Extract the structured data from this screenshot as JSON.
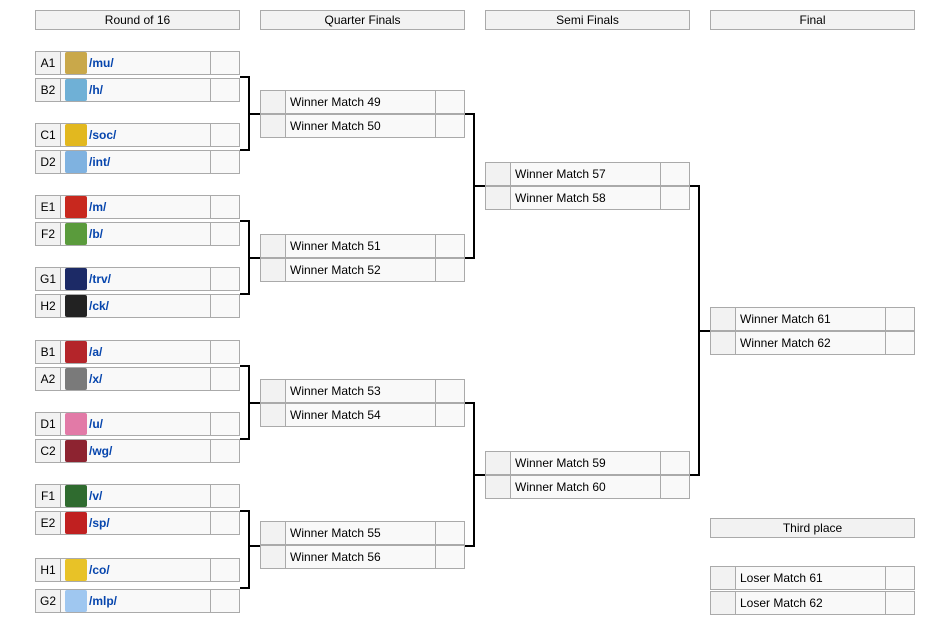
{
  "headers": [
    "Round of 16",
    "Quarter Finals",
    "Semi Finals",
    "Final",
    "Third place"
  ],
  "r16": [
    {
      "seed": "A1",
      "board": "/mu/",
      "color": "#c9a84a"
    },
    {
      "seed": "B2",
      "board": "/h/",
      "color": "#6fb0d6"
    },
    {
      "seed": "C1",
      "board": "/soc/",
      "color": "#e2b81f"
    },
    {
      "seed": "D2",
      "board": "/int/",
      "color": "#7fb2e0"
    },
    {
      "seed": "E1",
      "board": "/m/",
      "color": "#c8281e"
    },
    {
      "seed": "F2",
      "board": "/b/",
      "color": "#5a9b3c"
    },
    {
      "seed": "G1",
      "board": "/trv/",
      "color": "#1c2a66"
    },
    {
      "seed": "H2",
      "board": "/ck/",
      "color": "#222222"
    },
    {
      "seed": "B1",
      "board": "/a/",
      "color": "#b4252a"
    },
    {
      "seed": "A2",
      "board": "/x/",
      "color": "#7a7a7a"
    },
    {
      "seed": "D1",
      "board": "/u/",
      "color": "#e27aa7"
    },
    {
      "seed": "C2",
      "board": "/wg/",
      "color": "#8d2330"
    },
    {
      "seed": "F1",
      "board": "/v/",
      "color": "#2f6b2f"
    },
    {
      "seed": "E2",
      "board": "/sp/",
      "color": "#c02020"
    },
    {
      "seed": "H1",
      "board": "/co/",
      "color": "#e8c227"
    },
    {
      "seed": "G2",
      "board": "/mlp/",
      "color": "#9fc7f0"
    }
  ],
  "qf": [
    "Winner Match 49",
    "Winner Match 50",
    "Winner Match 51",
    "Winner Match 52",
    "Winner Match 53",
    "Winner Match 54",
    "Winner Match 55",
    "Winner Match 56"
  ],
  "sf": [
    "Winner Match 57",
    "Winner Match 58",
    "Winner Match 59",
    "Winner Match 60"
  ],
  "final": [
    "Winner Match 61",
    "Winner Match 62"
  ],
  "third": [
    "Loser Match 61",
    "Loser Match 62"
  ]
}
